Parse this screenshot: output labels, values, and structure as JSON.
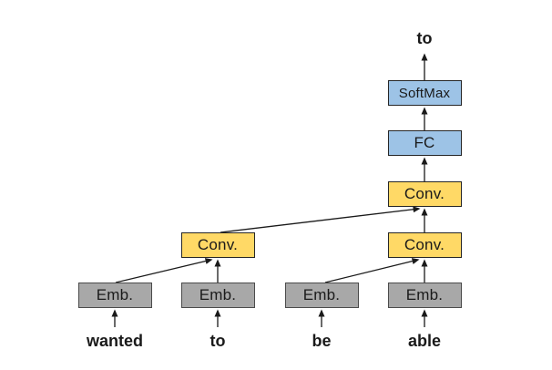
{
  "diagram": {
    "title": "convolutional-language-model",
    "output": {
      "label": "to"
    },
    "nodes": {
      "softmax": {
        "label": "SoftMax"
      },
      "fc": {
        "label": "FC"
      },
      "conv_top": {
        "label": "Conv."
      },
      "conv_left": {
        "label": "Conv."
      },
      "conv_right": {
        "label": "Conv."
      },
      "emb_1": {
        "label": "Emb."
      },
      "emb_2": {
        "label": "Emb."
      },
      "emb_3": {
        "label": "Emb."
      },
      "emb_4": {
        "label": "Emb."
      }
    },
    "inputs": {
      "word_1": "wanted",
      "word_2": "to",
      "word_3": "be",
      "word_4": "able"
    }
  },
  "colors": {
    "emb_fill": "#a8a8a8",
    "emb_border": "#4a4a4a",
    "conv_fill": "#ffd966",
    "conv_border": "#262626",
    "dense_fill": "#9dc3e6",
    "dense_border": "#262626",
    "line": "#1a1a1a",
    "text": "#1a1a1a"
  }
}
